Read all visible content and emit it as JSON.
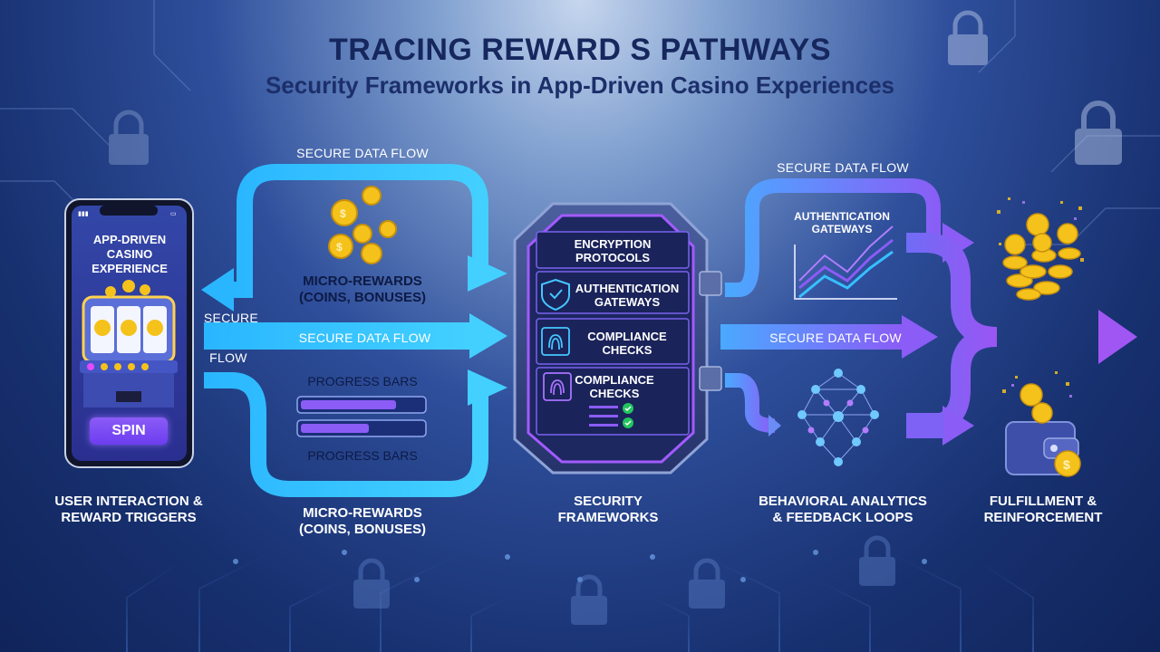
{
  "title": "TRACING REWARD S PATHWAYS",
  "subtitle": "Security Frameworks in App-Driven Casino Experiences",
  "phone": {
    "screen_title": "APP-DRIVEN CASINO EXPERIENCE",
    "spin_label": "SPIN"
  },
  "flows": {
    "top_left": "SECURE DATA FLOW",
    "left_secure": "SECURE",
    "left_flow": "FLOW",
    "middle_left": "SECURE DATA FLOW",
    "top_right": "SECURE DATA FLOW",
    "middle_right": "SECURE DATA FLOW"
  },
  "rewards": {
    "top_label": "MICRO-REWARDS (COINS, BONUSES)",
    "progress_top": "PROGRESS BARS",
    "progress_bottom": "PROGRESS BARS",
    "progress_values": [
      0.78,
      0.56
    ]
  },
  "vault": {
    "encryption": "ENCRYPTION PROTOCOLS",
    "authentication": "AUTHENTICATION GATEWAYS",
    "compliance_1": "COMPLIANCE CHECKS",
    "compliance_2": "COMPLIANCE CHECKS"
  },
  "chart_panel": {
    "label": "AUTHENTICATION GATEWAYS"
  },
  "stages": {
    "user": "USER INTERACTION & REWARD TRIGGERS",
    "rewards": "MICRO-REWARDS (COINS, BONUSES)",
    "security": "SECURITY FRAMEWORKS",
    "analytics": "BEHAVIORAL ANALYTICS & FEEDBACK LOOPS",
    "fulfillment": "FULFILLMENT & REINFORCEMENT"
  },
  "colors": {
    "cyan": "#2fc3ff",
    "violet": "#8a5cf5",
    "gold": "#f5c21b",
    "navy": "#16275e"
  }
}
